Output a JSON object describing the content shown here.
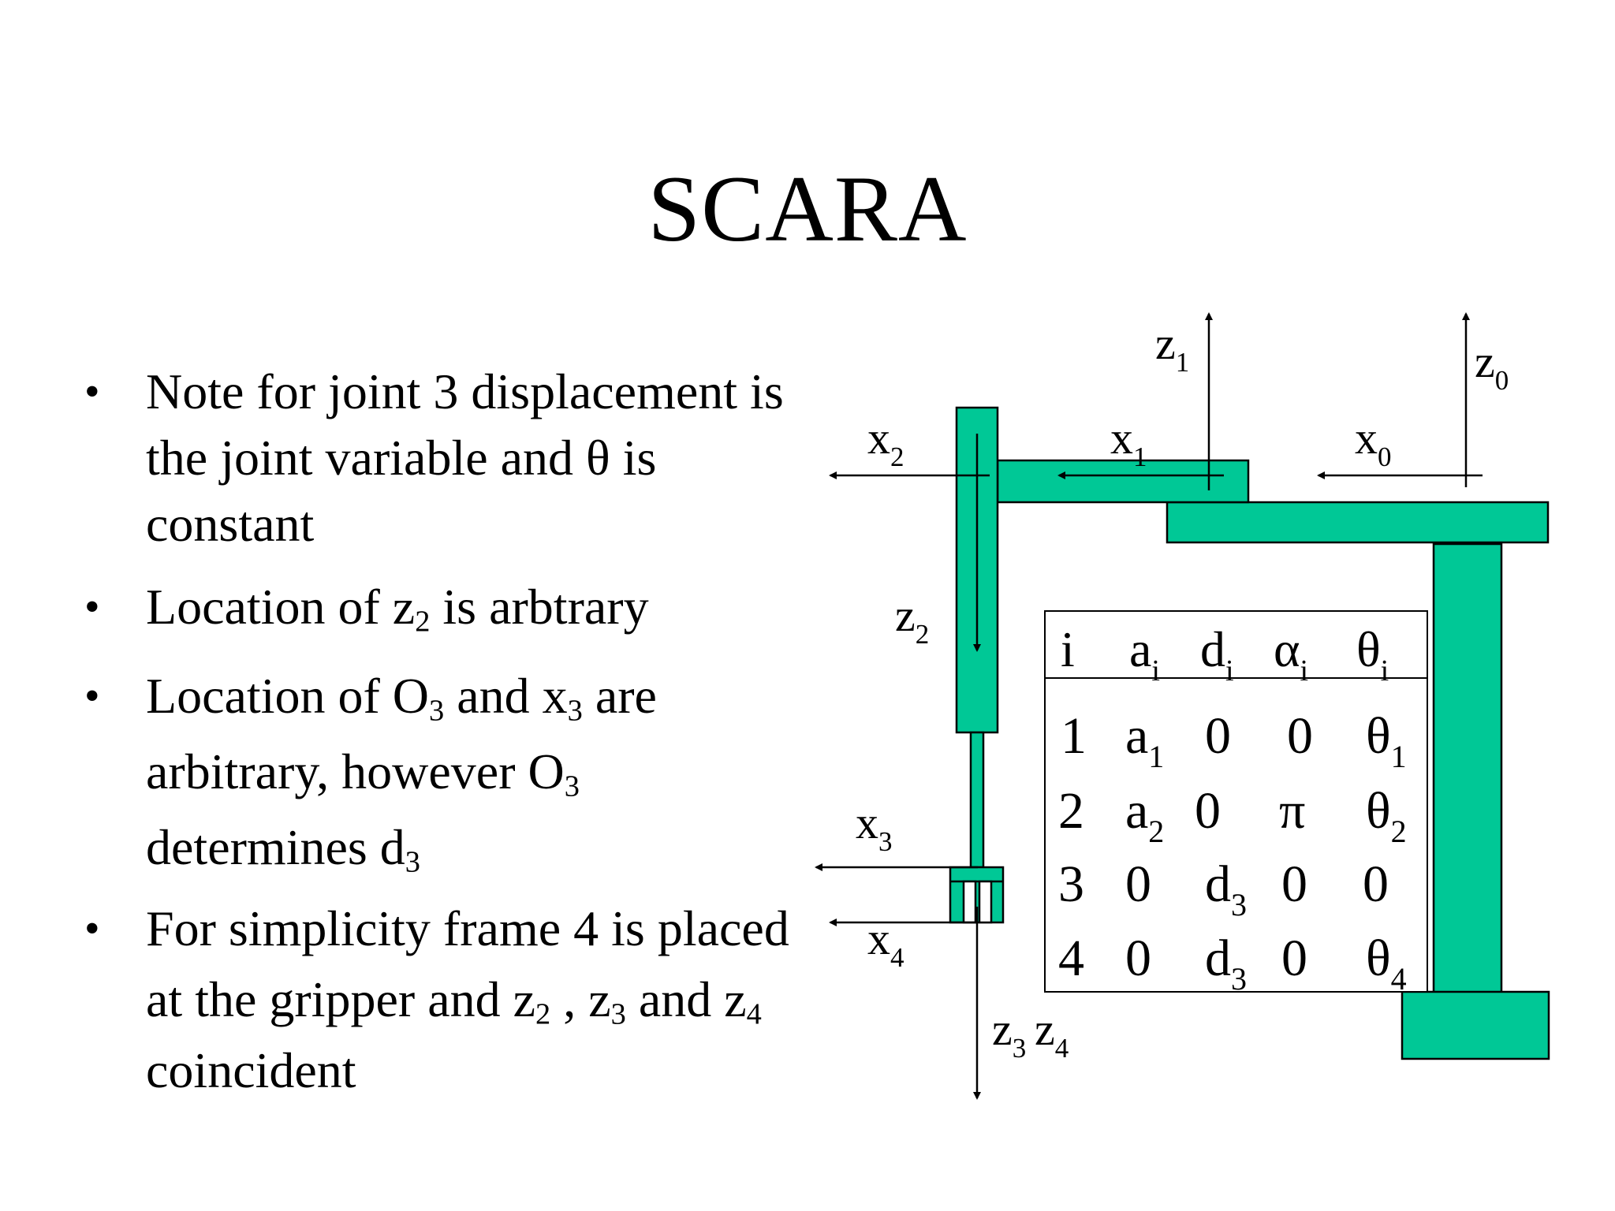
{
  "slide": {
    "title": "SCARA",
    "bullets": [
      {
        "segments": [
          {
            "t": "Note for joint 3 displacement is the joint variable and θ is constant"
          }
        ]
      },
      {
        "segments": [
          {
            "t": "Location of z"
          },
          {
            "s": "2"
          },
          {
            "t": " is arbtrary"
          }
        ]
      },
      {
        "segments": [
          {
            "t": "Location of O"
          },
          {
            "s": "3"
          },
          {
            "t": " and x"
          },
          {
            "s": "3"
          },
          {
            "t": " are arbitrary, however O"
          },
          {
            "s": "3"
          },
          {
            "t": " determines d"
          },
          {
            "s": "3"
          }
        ]
      },
      {
        "segments": [
          {
            "t": "For simplicity frame 4 is placed at the gripper and z"
          },
          {
            "s": "2"
          },
          {
            "t": " , z"
          },
          {
            "s": "3"
          },
          {
            "t": " and z"
          },
          {
            "s": "4"
          },
          {
            "t": " coincident"
          }
        ]
      }
    ]
  },
  "diagram": {
    "link_color": "#00c896",
    "frame_labels": {
      "z0": {
        "base": "z",
        "sub": "0"
      },
      "x0": {
        "base": "x",
        "sub": "0"
      },
      "z1": {
        "base": "z",
        "sub": "1"
      },
      "x1": {
        "base": "x",
        "sub": "1"
      },
      "z2_top": {
        "base": "x",
        "sub": "2"
      },
      "z2": {
        "base": "z",
        "sub": "2"
      },
      "x3": {
        "base": "x",
        "sub": "3"
      },
      "x4": {
        "base": "x",
        "sub": "4"
      },
      "z3": {
        "base": "z",
        "sub": "3"
      },
      "z4": {
        "base": "z",
        "sub": "4"
      }
    },
    "dh_table": {
      "headers": [
        {
          "base": "i",
          "sub": ""
        },
        {
          "base": "a",
          "sub": "i"
        },
        {
          "base": "d",
          "sub": "i"
        },
        {
          "base": "α",
          "sub": "i"
        },
        {
          "base": "θ",
          "sub": "i"
        }
      ],
      "rows": [
        [
          {
            "base": "1",
            "sub": ""
          },
          {
            "base": "a",
            "sub": "1"
          },
          {
            "base": "0",
            "sub": ""
          },
          {
            "base": "0",
            "sub": ""
          },
          {
            "base": "θ",
            "sub": "1"
          }
        ],
        [
          {
            "base": "2",
            "sub": ""
          },
          {
            "base": "a",
            "sub": "2"
          },
          {
            "base": "0",
            "sub": ""
          },
          {
            "base": "π",
            "sub": ""
          },
          {
            "base": "θ",
            "sub": "2"
          }
        ],
        [
          {
            "base": "3",
            "sub": ""
          },
          {
            "base": "0",
            "sub": ""
          },
          {
            "base": "d",
            "sub": "3"
          },
          {
            "base": "0",
            "sub": ""
          },
          {
            "base": "0",
            "sub": ""
          }
        ],
        [
          {
            "base": "4",
            "sub": ""
          },
          {
            "base": "0",
            "sub": ""
          },
          {
            "base": "d",
            "sub": "3"
          },
          {
            "base": "0",
            "sub": ""
          },
          {
            "base": "θ",
            "sub": "4"
          }
        ]
      ]
    }
  }
}
